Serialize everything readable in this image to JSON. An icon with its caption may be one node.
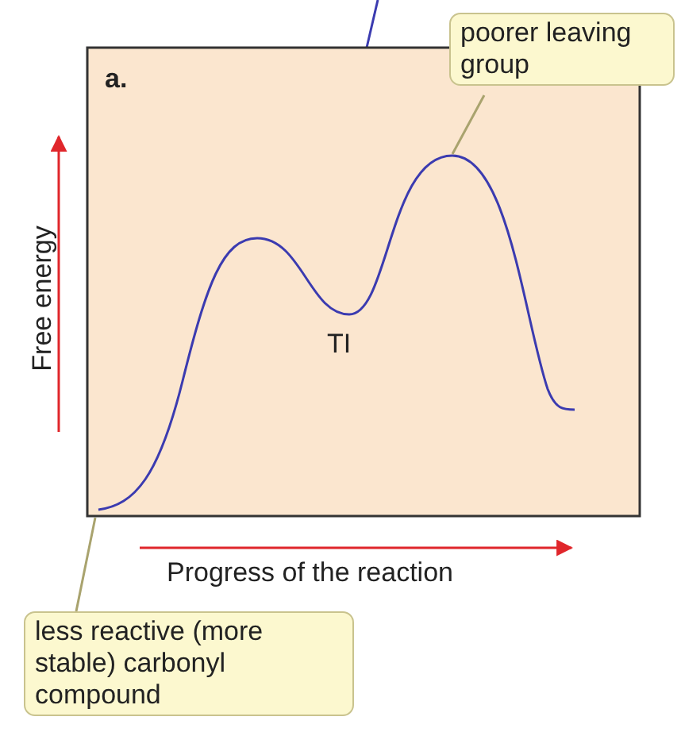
{
  "diagram": {
    "nodes": [
      {
        "text": [
          "poorer leaving group"
        ]
      },
      {
        "text": [
          "less reactive (more stable) carbonyl compound"
        ]
      }
    ],
    "edges": [
      {
        "from": 0,
        "to": null,
        "arrow": "none"
      },
      {
        "from": 1,
        "to": null,
        "arrow": "none"
      }
    ],
    "labels": [
      "a.",
      "Free energy",
      "TI",
      "Progress of the reaction"
    ]
  }
}
